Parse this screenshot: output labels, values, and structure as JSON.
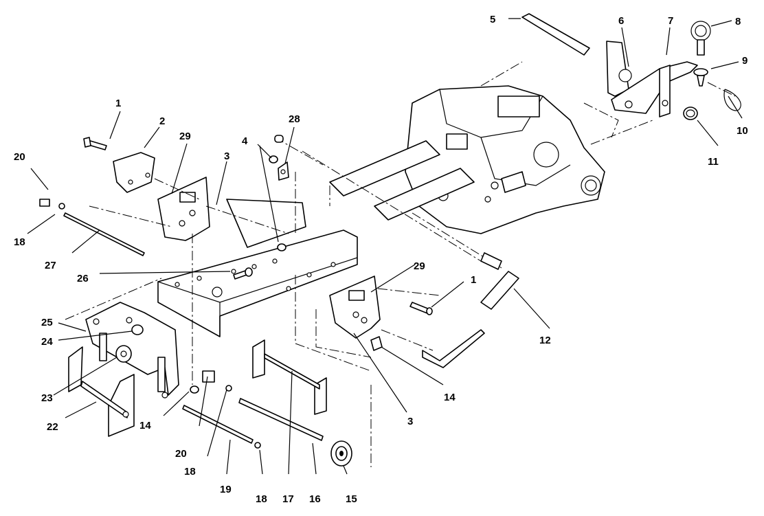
{
  "callouts": [
    {
      "id": "c1a",
      "text": "1"
    },
    {
      "id": "c2",
      "text": "2"
    },
    {
      "id": "c3a",
      "text": "3"
    },
    {
      "id": "c4",
      "text": "4"
    },
    {
      "id": "c5",
      "text": "5"
    },
    {
      "id": "c6",
      "text": "6"
    },
    {
      "id": "c7",
      "text": "7"
    },
    {
      "id": "c8",
      "text": "8"
    },
    {
      "id": "c9",
      "text": "9"
    },
    {
      "id": "c10",
      "text": "10"
    },
    {
      "id": "c11",
      "text": "11"
    },
    {
      "id": "c12",
      "text": "12"
    },
    {
      "id": "c14a",
      "text": "14"
    },
    {
      "id": "c14b",
      "text": "14"
    },
    {
      "id": "c15",
      "text": "15"
    },
    {
      "id": "c16",
      "text": "16"
    },
    {
      "id": "c17",
      "text": "17"
    },
    {
      "id": "c18a",
      "text": "18"
    },
    {
      "id": "c18b",
      "text": "18"
    },
    {
      "id": "c18c",
      "text": "18"
    },
    {
      "id": "c19",
      "text": "19"
    },
    {
      "id": "c20a",
      "text": "20"
    },
    {
      "id": "c20b",
      "text": "20"
    },
    {
      "id": "c22",
      "text": "22"
    },
    {
      "id": "c23",
      "text": "23"
    },
    {
      "id": "c24",
      "text": "24"
    },
    {
      "id": "c25",
      "text": "25"
    },
    {
      "id": "c26",
      "text": "26"
    },
    {
      "id": "c27",
      "text": "27"
    },
    {
      "id": "c28",
      "text": "28"
    },
    {
      "id": "c29a",
      "text": "29"
    },
    {
      "id": "c29b",
      "text": "29"
    },
    {
      "id": "c1b",
      "text": "1"
    },
    {
      "id": "c3b",
      "text": "3"
    }
  ]
}
